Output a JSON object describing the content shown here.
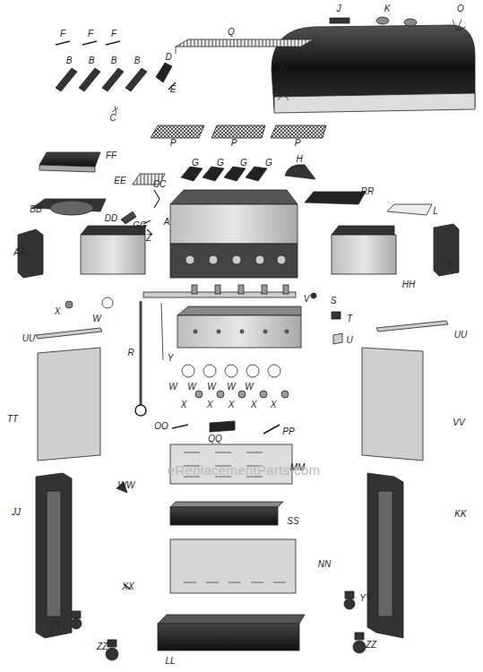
{
  "diagram": {
    "labels": [
      "J",
      "K",
      "O",
      "F",
      "F",
      "F",
      "Q",
      "N",
      "D",
      "B",
      "B",
      "B",
      "B",
      "M",
      "I",
      "E",
      "C",
      "P",
      "P",
      "P",
      "FF",
      "G",
      "G",
      "G",
      "G",
      "H",
      "EE",
      "CC",
      "RR",
      "BB",
      "A",
      "DD",
      "L",
      "GG",
      "Z",
      "AA",
      "II",
      "HH",
      "V",
      "S",
      "X",
      "W",
      "T",
      "UU",
      "UU",
      "U",
      "R",
      "Y",
      "W",
      "W",
      "W",
      "W",
      "W",
      "X",
      "X",
      "X",
      "X",
      "X",
      "TT",
      "VV",
      "OO",
      "PP",
      "QQ",
      "MM",
      "eReplacementParts.com",
      "WW",
      "JJ",
      "KK",
      "SS",
      "NN",
      "XX",
      "YY",
      "YY",
      "ZZ",
      "ZZ",
      "LL"
    ]
  }
}
